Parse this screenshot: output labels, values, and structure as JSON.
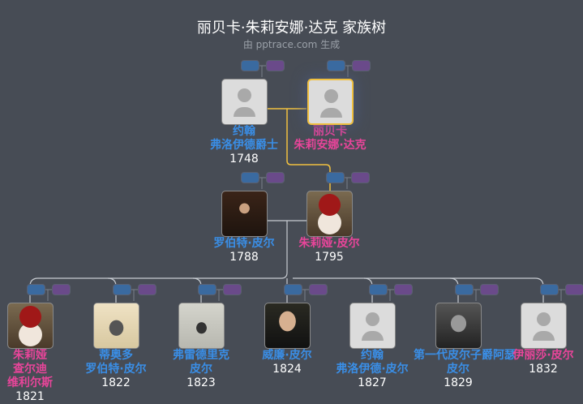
{
  "header": {
    "title": "丽贝卡·朱莉安娜·达克 家族树",
    "subtitle": "由 pptrace.com 生成"
  },
  "colors": {
    "male": "#3a8ee6",
    "female": "#e8459a",
    "selected": "#f0c040",
    "background": "#474c55"
  },
  "gen1": [
    {
      "name1": "约翰",
      "name2": "弗洛伊德爵士",
      "year": "1748",
      "gender": "m",
      "photo": "placeholder"
    },
    {
      "name1": "丽贝卡",
      "name2": "朱莉安娜·达克",
      "year": "",
      "gender": "f",
      "photo": "placeholder",
      "selected": true
    }
  ],
  "gen2": [
    {
      "name1": "罗伯特·皮尔",
      "year": "1788",
      "gender": "m",
      "photo": "portrait"
    },
    {
      "name1": "朱莉娅·皮尔",
      "year": "1795",
      "gender": "f",
      "photo": "portrait"
    }
  ],
  "gen3": [
    {
      "name1": "朱莉娅",
      "name2": "查尔迪",
      "name3": "维利尔斯",
      "year": "1821",
      "gender": "f"
    },
    {
      "name1": "蒂奥多",
      "name2": "罗伯特·皮尔",
      "year": "1822",
      "gender": "m"
    },
    {
      "name1": "弗雷德里克",
      "name2": "皮尔",
      "year": "1823",
      "gender": "m"
    },
    {
      "name1": "威廉·皮尔",
      "year": "1824",
      "gender": "m"
    },
    {
      "name1": "约翰",
      "name2": "弗洛伊德·皮尔",
      "year": "1827",
      "gender": "m"
    },
    {
      "name1": "第一代皮尔子爵阿瑟",
      "name2": "皮尔",
      "year": "1829",
      "gender": "m"
    },
    {
      "name1": "伊丽莎·皮尔",
      "year": "1832",
      "gender": "f"
    }
  ]
}
